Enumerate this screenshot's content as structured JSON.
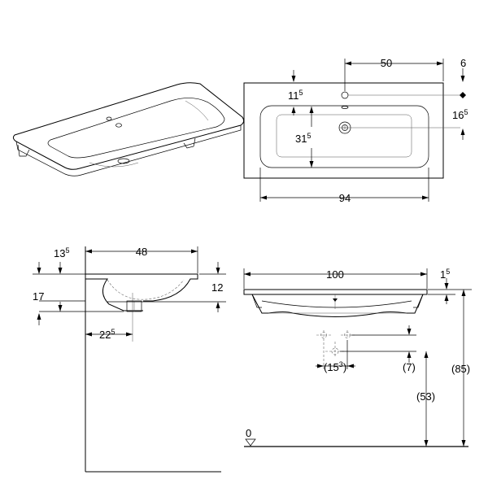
{
  "colors": {
    "line": "#000000",
    "background": "#ffffff"
  },
  "top_view": {
    "dim_hole_spacing": "50",
    "dim_right_offset": "6",
    "dim_front_base": "11",
    "dim_front_sup": "5",
    "dim_right_base": "16",
    "dim_right_sup": "5",
    "dim_bowl_base": "31",
    "dim_bowl_sup": "5",
    "dim_bowl_width": "94"
  },
  "side_view": {
    "dim_rim_base": "13",
    "dim_rim_sup": "5",
    "dim_depth": "48",
    "dim_height_left": "17",
    "dim_height_right": "12",
    "dim_drain_base": "22",
    "dim_drain_sup": "5"
  },
  "front_view": {
    "dim_width": "100",
    "dim_rim_base": "1",
    "dim_rim_sup": "5",
    "dim_drain_base": "(15",
    "dim_drain_sup": "3",
    "dim_drain_close": ")",
    "dim_waste_offset": "(7)",
    "dim_waste_height": "(53)",
    "dim_total_height": "(85)",
    "floor_label": "0"
  }
}
